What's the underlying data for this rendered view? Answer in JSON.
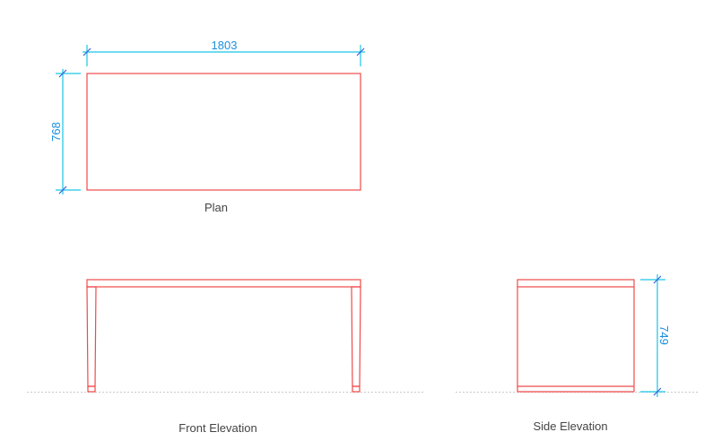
{
  "views": {
    "plan": {
      "caption": "Plan",
      "width_dimension": "1803",
      "depth_dimension": "768"
    },
    "front_elevation": {
      "caption": "Front Elevation"
    },
    "side_elevation": {
      "caption": "Side Elevation",
      "height_dimension": "749"
    }
  },
  "colors": {
    "outline": "#f04a4a",
    "dimension_line": "#19c6e6",
    "dimension_text": "#1a8fe0",
    "dimension_tick": "#3d5bd9",
    "ground_line": "#c9c9c9",
    "caption_text": "#444444"
  }
}
